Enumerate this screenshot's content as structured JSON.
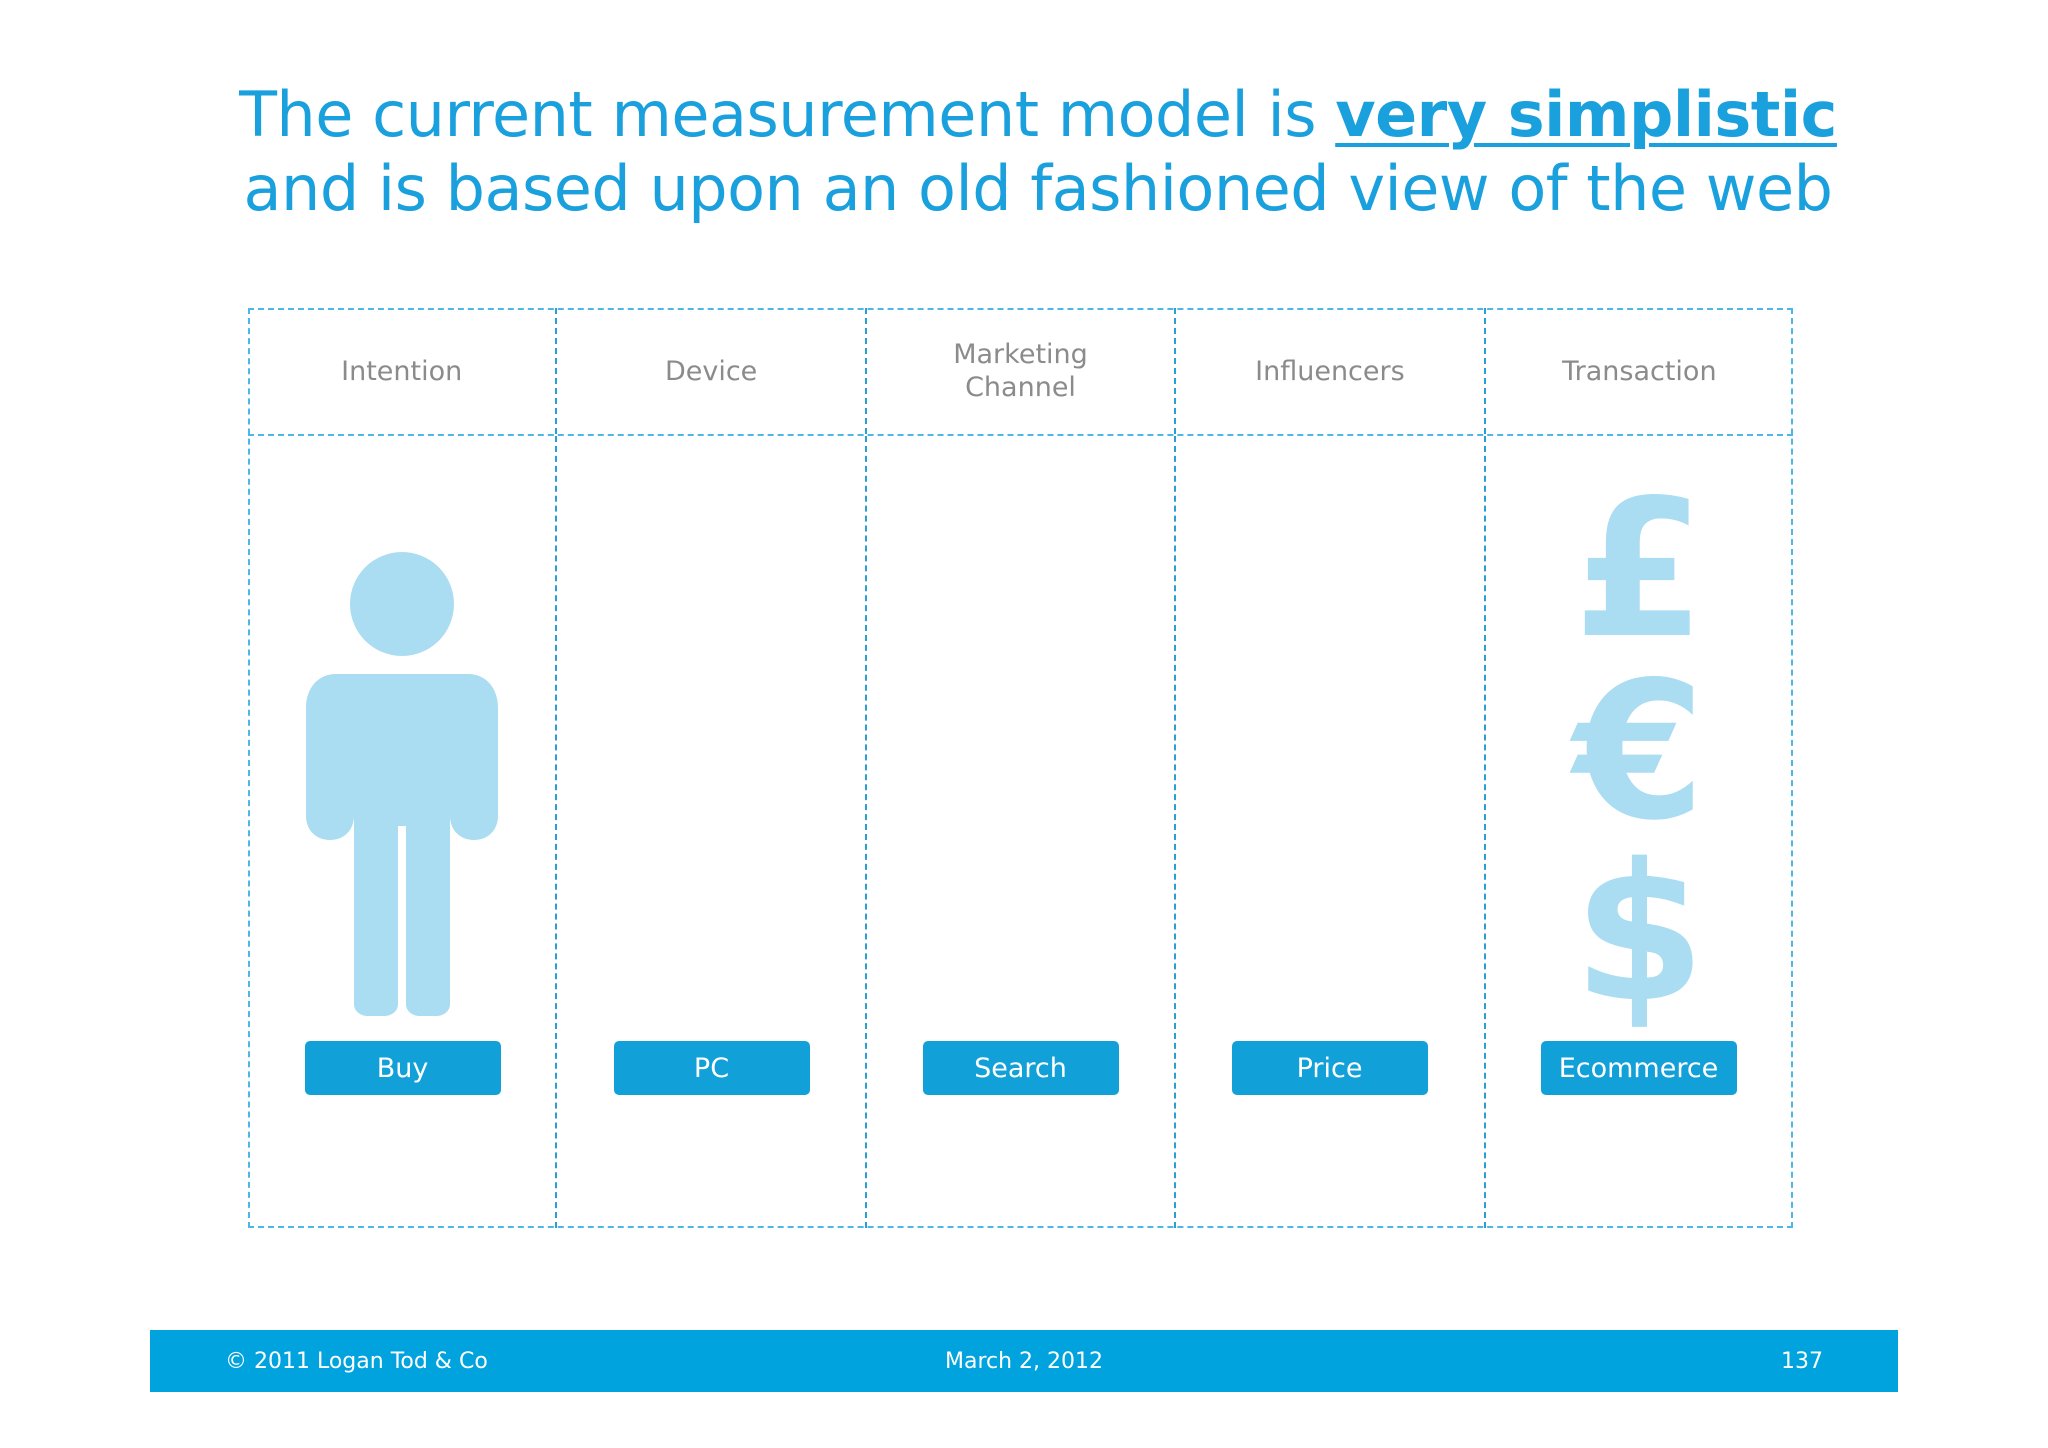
{
  "title": {
    "line1_prefix": "The current measurement model is ",
    "line1_emphasis": "very simplistic",
    "line2": "and is based upon an old fashioned view of the web"
  },
  "diagram": {
    "columns": [
      {
        "header": "Intention",
        "box_label": "Buy",
        "icon": "person-silhouette-icon"
      },
      {
        "header": "Device",
        "box_label": "PC",
        "icon": ""
      },
      {
        "header": "Marketing\nChannel",
        "box_label": "Search",
        "icon": ""
      },
      {
        "header": "Influencers",
        "box_label": "Price",
        "icon": ""
      },
      {
        "header": "Transaction",
        "box_label": "Ecommerce",
        "icon": "currency-symbols-icon"
      }
    ],
    "currency_glyphs": [
      "£",
      "€",
      "$"
    ],
    "colors": {
      "box_fill": "#12a0d8",
      "box_text": "#ffffff",
      "grid_dash": "#4cb7e8",
      "header_text": "#8b8b8b",
      "glyph_fill": "#aadcf2",
      "connector": "#595959"
    }
  },
  "footer": {
    "copyright": "© 2011 Logan Tod & Co",
    "date": "March 2, 2012",
    "page_number": "137",
    "background": "#00a3dd"
  }
}
